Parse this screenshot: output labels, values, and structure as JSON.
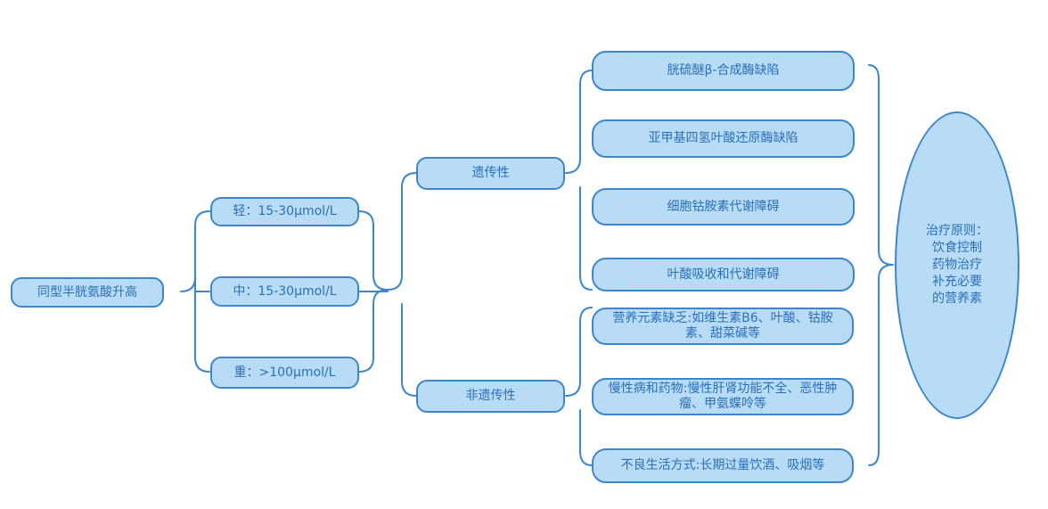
{
  "root": {
    "label": "同型半胱氨酸升高"
  },
  "severity": [
    {
      "label": "轻：15-30μmol/L"
    },
    {
      "label": "中：15-30μmol/L"
    },
    {
      "label": "重：>100μmol/L"
    }
  ],
  "causes": [
    {
      "label": "遗传性"
    },
    {
      "label": "非遗传性"
    }
  ],
  "genetic_details": [
    {
      "label": "胱硫醚β-合成酶缺陷"
    },
    {
      "label": "亚甲基四氢叶酸还原酶缺陷"
    },
    {
      "label": "细胞钴胺素代谢障碍"
    },
    {
      "label": "叶酸吸收和代谢障碍"
    }
  ],
  "nongenetic_details": [
    {
      "label": "营养元素缺乏:如维生素B6、叶酸、钴胺素、甜菜碱等"
    },
    {
      "label": "慢性病和药物:慢性肝肾功能不全、恶性肿瘤、甲氨蝶呤等"
    },
    {
      "label": "不良生活方式:长期过量饮酒、吸烟等"
    }
  ],
  "treatment": {
    "lines": [
      "治疗原则：",
      "饮食控制",
      "药物治疗",
      "补充必要",
      "的营养素"
    ]
  },
  "colors": {
    "node_fill": "#b8dcf6",
    "node_border": "#3d86cc",
    "text": "#2b6fb8",
    "connector": "#3d86cc"
  }
}
